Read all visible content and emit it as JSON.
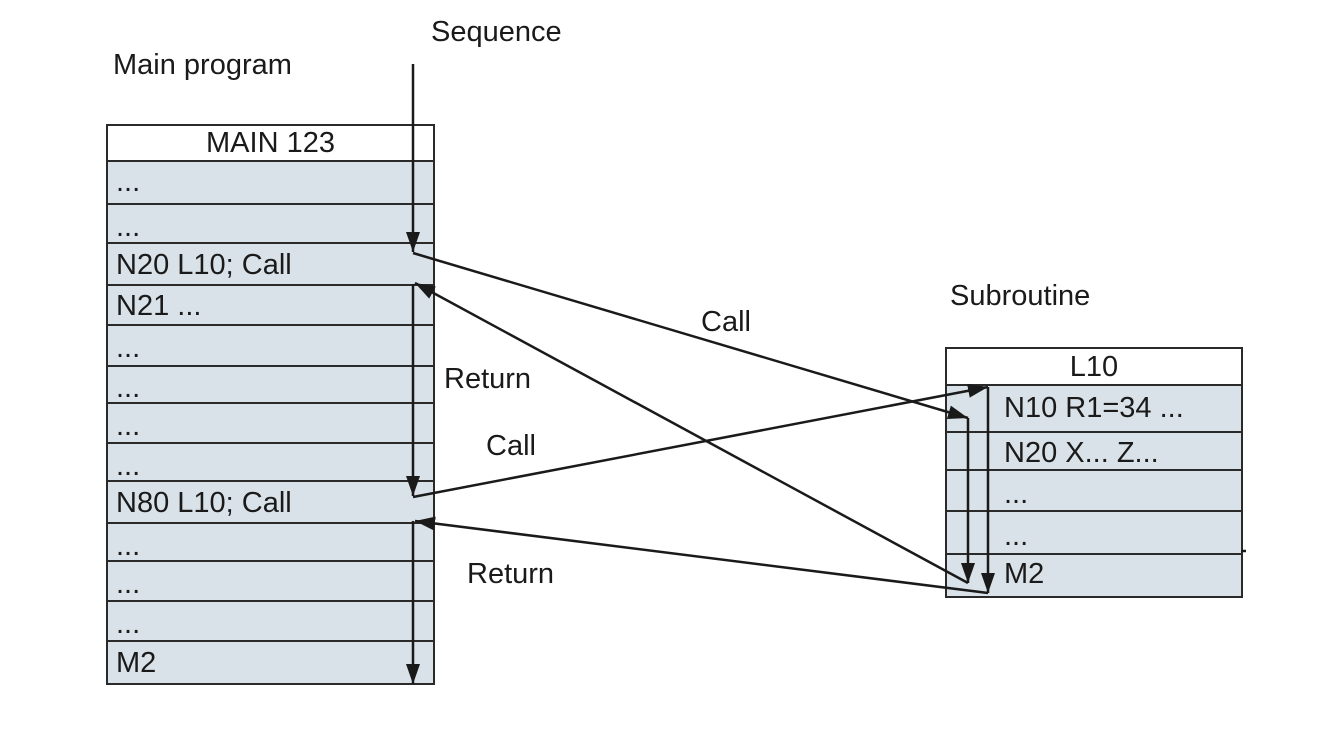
{
  "labels": {
    "sequence": "Sequence",
    "main_program": "Main program",
    "subroutine": "Subroutine",
    "call_upper": "Call",
    "call_lower": "Call",
    "return_upper": "Return",
    "return_lower": "Return"
  },
  "main": {
    "title": "MAIN 123",
    "rows": [
      "...",
      "...",
      "N20 L10; Call",
      "N21 ...",
      "...",
      "...",
      "...",
      "...",
      "N80 L10; Call",
      "...",
      "...",
      "...",
      "M2"
    ]
  },
  "sub": {
    "title": "L10",
    "rows": [
      "N10 R1=34 ...",
      "N20 X... Z...",
      "...",
      "...",
      "M2"
    ]
  },
  "colors": {
    "box_fill": "#d9e2e8",
    "stroke": "#1a1a1a"
  }
}
